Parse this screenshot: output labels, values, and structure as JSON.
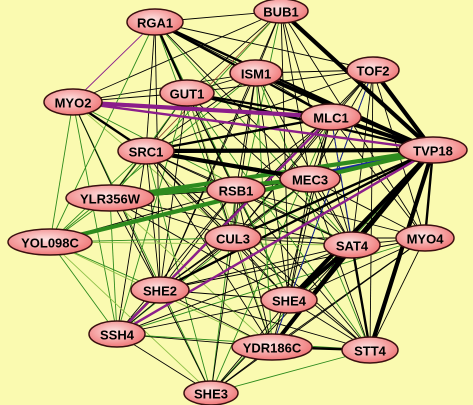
{
  "graph": {
    "background": "#fafab0",
    "node_fill_center": "#fde3e3",
    "node_fill_edge": "#f07878",
    "edge_colors": {
      "black": "#000000",
      "green": "#2e8b1e",
      "lightgreen": "#8fc04a",
      "purple": "#8b1e8b",
      "blue": "#1a2aa0",
      "brown": "#8b4a2a"
    },
    "nodes": [
      {
        "id": "RGA1",
        "label": "RGA1"
      },
      {
        "id": "BUB1",
        "label": "BUB1"
      },
      {
        "id": "ISM1",
        "label": "ISM1"
      },
      {
        "id": "TOF2",
        "label": "TOF2"
      },
      {
        "id": "GUT1",
        "label": "GUT1"
      },
      {
        "id": "MYO2",
        "label": "MYO2"
      },
      {
        "id": "MLC1",
        "label": "MLC1"
      },
      {
        "id": "TVP18",
        "label": "TVP18"
      },
      {
        "id": "SRC1",
        "label": "SRC1"
      },
      {
        "id": "MEC3",
        "label": "MEC3"
      },
      {
        "id": "RSB1",
        "label": "RSB1"
      },
      {
        "id": "YLR356W",
        "label": "YLR356W"
      },
      {
        "id": "YOL098C",
        "label": "YOL098C"
      },
      {
        "id": "CUL3",
        "label": "CUL3"
      },
      {
        "id": "SAT4",
        "label": "SAT4"
      },
      {
        "id": "MYO4",
        "label": "MYO4"
      },
      {
        "id": "SHE2",
        "label": "SHE2"
      },
      {
        "id": "SHE4",
        "label": "SHE4"
      },
      {
        "id": "SSH4",
        "label": "SSH4"
      },
      {
        "id": "YDR186C",
        "label": "YDR186C"
      },
      {
        "id": "STT4",
        "label": "STT4"
      },
      {
        "id": "SHE3",
        "label": "SHE3"
      }
    ],
    "edges": [
      [
        "TVP18",
        "MLC1",
        "black",
        "heavy"
      ],
      [
        "TVP18",
        "ISM1",
        "black",
        "heavy"
      ],
      [
        "TVP18",
        "BUB1",
        "black",
        "heavy"
      ],
      [
        "TVP18",
        "TOF2",
        "black",
        "heavy"
      ],
      [
        "TVP18",
        "SHE4",
        "black",
        "heavy"
      ],
      [
        "TVP18",
        "STT4",
        "black",
        "heavy"
      ],
      [
        "TVP18",
        "SAT4",
        "black",
        "heavy"
      ],
      [
        "TVP18",
        "SRC1",
        "black",
        "heavy"
      ],
      [
        "TVP18",
        "SHE2",
        "black",
        "medium"
      ],
      [
        "TVP18",
        "YDR186C",
        "black",
        "medium"
      ],
      [
        "TVP18",
        "RGA1",
        "black",
        "medium"
      ],
      [
        "TVP18",
        "GUT1",
        "black",
        "medium"
      ],
      [
        "TVP18",
        "MYO4",
        "black",
        "medium"
      ],
      [
        "TVP18",
        "CUL3",
        "black",
        "medium"
      ],
      [
        "TVP18",
        "MEC3",
        "green",
        "heavy"
      ],
      [
        "TVP18",
        "YLR356W",
        "green",
        "heavy"
      ],
      [
        "TVP18",
        "YOL098C",
        "green",
        "medium"
      ],
      [
        "TVP18",
        "SSH4",
        "purple",
        "medium"
      ],
      [
        "TVP18",
        "MYO2",
        "purple",
        "medium"
      ],
      [
        "TVP18",
        "RSB1",
        "blue",
        "medium"
      ],
      [
        "TVP18",
        "SHE3",
        "green",
        "thin"
      ],
      [
        "TVP18",
        "RSB1",
        "blue",
        "thin"
      ],
      [
        "MYO2",
        "MLC1",
        "purple",
        "heavy"
      ],
      [
        "MYO2",
        "RGA1",
        "purple",
        "thin"
      ],
      [
        "MYO2",
        "BUB1",
        "black",
        "thin"
      ],
      [
        "MYO2",
        "ISM1",
        "black",
        "thin"
      ],
      [
        "MYO2",
        "GUT1",
        "black",
        "thin"
      ],
      [
        "MYO2",
        "SRC1",
        "black",
        "medium"
      ],
      [
        "MYO2",
        "SHE3",
        "green",
        "thin"
      ],
      [
        "MYO2",
        "SSH4",
        "green",
        "thin"
      ],
      [
        "MYO2",
        "YOL098C",
        "green",
        "thin"
      ],
      [
        "MYO2",
        "SAT4",
        "green",
        "thin"
      ],
      [
        "MYO2",
        "SHE2",
        "black",
        "thin"
      ],
      [
        "MYO2",
        "CUL3",
        "lightgreen",
        "thin"
      ],
      [
        "RGA1",
        "BUB1",
        "black",
        "thin"
      ],
      [
        "RGA1",
        "ISM1",
        "black",
        "thin"
      ],
      [
        "RGA1",
        "GUT1",
        "black",
        "medium"
      ],
      [
        "RGA1",
        "MLC1",
        "black",
        "medium"
      ],
      [
        "RGA1",
        "TOF2",
        "black",
        "thin"
      ],
      [
        "RGA1",
        "SRC1",
        "black",
        "thin"
      ],
      [
        "RGA1",
        "SHE2",
        "black",
        "thin"
      ],
      [
        "RGA1",
        "YOL098C",
        "green",
        "thin"
      ],
      [
        "RGA1",
        "MEC3",
        "black",
        "thin"
      ],
      [
        "RGA1",
        "CUL3",
        "green",
        "thin"
      ],
      [
        "RGA1",
        "SAT4",
        "green",
        "thin"
      ],
      [
        "BUB1",
        "ISM1",
        "black",
        "thin"
      ],
      [
        "BUB1",
        "GUT1",
        "black",
        "thin"
      ],
      [
        "BUB1",
        "SRC1",
        "brown",
        "thin"
      ],
      [
        "BUB1",
        "MEC3",
        "black",
        "thin"
      ],
      [
        "BUB1",
        "SHE2",
        "black",
        "thin"
      ],
      [
        "BUB1",
        "YLR356W",
        "green",
        "thin"
      ],
      [
        "BUB1",
        "SAT4",
        "black",
        "thin"
      ],
      [
        "BUB1",
        "MYO4",
        "black",
        "thin"
      ],
      [
        "ISM1",
        "TOF2",
        "black",
        "thin"
      ],
      [
        "ISM1",
        "GUT1",
        "black",
        "thin"
      ],
      [
        "ISM1",
        "MLC1",
        "black",
        "thin"
      ],
      [
        "ISM1",
        "SRC1",
        "black",
        "thin"
      ],
      [
        "ISM1",
        "RSB1",
        "black",
        "thin"
      ],
      [
        "ISM1",
        "SHE2",
        "black",
        "thin"
      ],
      [
        "ISM1",
        "YOL098C",
        "green",
        "thin"
      ],
      [
        "ISM1",
        "CUL3",
        "black",
        "thin"
      ],
      [
        "ISM1",
        "SAT4",
        "black",
        "thin"
      ],
      [
        "ISM1",
        "SHE4",
        "black",
        "thin"
      ],
      [
        "TOF2",
        "GUT1",
        "black",
        "thin"
      ],
      [
        "TOF2",
        "MLC1",
        "black",
        "thin"
      ],
      [
        "TOF2",
        "MEC3",
        "black",
        "thin"
      ],
      [
        "TOF2",
        "SRC1",
        "black",
        "thin"
      ],
      [
        "TOF2",
        "CUL3",
        "black",
        "thin"
      ],
      [
        "TOF2",
        "SHE2",
        "black",
        "thin"
      ],
      [
        "TOF2",
        "SAT4",
        "black",
        "thin"
      ],
      [
        "TOF2",
        "MYO4",
        "black",
        "thin"
      ],
      [
        "TOF2",
        "SHE4",
        "black",
        "thin"
      ],
      [
        "TOF2",
        "STT4",
        "black",
        "thin"
      ],
      [
        "GUT1",
        "MLC1",
        "black",
        "medium"
      ],
      [
        "GUT1",
        "SRC1",
        "black",
        "thin"
      ],
      [
        "GUT1",
        "RSB1",
        "black",
        "thin"
      ],
      [
        "GUT1",
        "YLR356W",
        "green",
        "thin"
      ],
      [
        "GUT1",
        "CUL3",
        "black",
        "thin"
      ],
      [
        "GUT1",
        "SHE2",
        "black",
        "thin"
      ],
      [
        "GUT1",
        "SSH4",
        "green",
        "thin"
      ],
      [
        "GUT1",
        "SAT4",
        "black",
        "thin"
      ],
      [
        "GUT1",
        "SHE4",
        "black",
        "thin"
      ],
      [
        "GUT1",
        "YDR186C",
        "lightgreen",
        "thin"
      ],
      [
        "MLC1",
        "SRC1",
        "black",
        "medium"
      ],
      [
        "MLC1",
        "MEC3",
        "black",
        "thin"
      ],
      [
        "MLC1",
        "RSB1",
        "black",
        "thin"
      ],
      [
        "MLC1",
        "CUL3",
        "black",
        "thin"
      ],
      [
        "MLC1",
        "SHE2",
        "black",
        "thin"
      ],
      [
        "MLC1",
        "SAT4",
        "black",
        "thin"
      ],
      [
        "MLC1",
        "SHE4",
        "black",
        "thin"
      ],
      [
        "MLC1",
        "YDR186C",
        "black",
        "thin"
      ],
      [
        "MLC1",
        "STT4",
        "blue",
        "thin"
      ],
      [
        "MLC1",
        "MYO4",
        "black",
        "thin"
      ],
      [
        "SRC1",
        "MEC3",
        "black",
        "heavy"
      ],
      [
        "SRC1",
        "RSB1",
        "black",
        "thin"
      ],
      [
        "SRC1",
        "YLR356W",
        "black",
        "thin"
      ],
      [
        "SRC1",
        "YOL098C",
        "green",
        "thin"
      ],
      [
        "SRC1",
        "CUL3",
        "black",
        "thin"
      ],
      [
        "SRC1",
        "SHE2",
        "black",
        "thin"
      ],
      [
        "SRC1",
        "SSH4",
        "black",
        "thin"
      ],
      [
        "SRC1",
        "SHE3",
        "green",
        "thin"
      ],
      [
        "SRC1",
        "SHE4",
        "black",
        "thin"
      ],
      [
        "SRC1",
        "YDR186C",
        "black",
        "thin"
      ],
      [
        "SRC1",
        "STT4",
        "black",
        "thin"
      ],
      [
        "SRC1",
        "SAT4",
        "black",
        "thin"
      ],
      [
        "MEC3",
        "RSB1",
        "black",
        "thin"
      ],
      [
        "MEC3",
        "YLR356W",
        "green",
        "heavy"
      ],
      [
        "MEC3",
        "YOL098C",
        "green",
        "heavy"
      ],
      [
        "MEC3",
        "CUL3",
        "black",
        "thin"
      ],
      [
        "MEC3",
        "SHE2",
        "black",
        "thin"
      ],
      [
        "MEC3",
        "SAT4",
        "black",
        "thin"
      ],
      [
        "MEC3",
        "SHE4",
        "black",
        "thin"
      ],
      [
        "MEC3",
        "STT4",
        "black",
        "thin"
      ],
      [
        "MEC3",
        "MYO4",
        "black",
        "thin"
      ],
      [
        "MEC3",
        "SSH4",
        "green",
        "thin"
      ],
      [
        "RSB1",
        "YLR356W",
        "black",
        "thin"
      ],
      [
        "RSB1",
        "YOL098C",
        "black",
        "thin"
      ],
      [
        "RSB1",
        "CUL3",
        "black",
        "thin"
      ],
      [
        "RSB1",
        "SHE2",
        "black",
        "thin"
      ],
      [
        "RSB1",
        "SSH4",
        "black",
        "thin"
      ],
      [
        "RSB1",
        "SAT4",
        "black",
        "thin"
      ],
      [
        "RSB1",
        "SHE4",
        "black",
        "thin"
      ],
      [
        "RSB1",
        "SHE3",
        "green",
        "thin"
      ],
      [
        "RSB1",
        "YDR186C",
        "black",
        "thin"
      ],
      [
        "RSB1",
        "STT4",
        "black",
        "thin"
      ],
      [
        "RSB1",
        "MYO4",
        "black",
        "thin"
      ],
      [
        "YLR356W",
        "YOL098C",
        "green",
        "thin"
      ],
      [
        "YLR356W",
        "CUL3",
        "black",
        "thin"
      ],
      [
        "YLR356W",
        "SHE2",
        "black",
        "thin"
      ],
      [
        "YLR356W",
        "SSH4",
        "green",
        "thin"
      ],
      [
        "YLR356W",
        "SAT4",
        "black",
        "thin"
      ],
      [
        "YLR356W",
        "SHE4",
        "black",
        "thin"
      ],
      [
        "YLR356W",
        "YDR186C",
        "lightgreen",
        "thin"
      ],
      [
        "YOL098C",
        "CUL3",
        "green",
        "thin"
      ],
      [
        "YOL098C",
        "SHE2",
        "green",
        "thin"
      ],
      [
        "YOL098C",
        "SSH4",
        "green",
        "thin"
      ],
      [
        "YOL098C",
        "SHE3",
        "lightgreen",
        "thin"
      ],
      [
        "YOL098C",
        "SAT4",
        "lightgreen",
        "thin"
      ],
      [
        "YOL098C",
        "YDR186C",
        "lightgreen",
        "thin"
      ],
      [
        "CUL3",
        "SHE2",
        "black",
        "thin"
      ],
      [
        "CUL3",
        "SSH4",
        "black",
        "thin"
      ],
      [
        "CUL3",
        "SAT4",
        "black",
        "thin"
      ],
      [
        "CUL3",
        "SHE4",
        "black",
        "thin"
      ],
      [
        "CUL3",
        "SHE3",
        "black",
        "thin"
      ],
      [
        "CUL3",
        "YDR186C",
        "black",
        "thin"
      ],
      [
        "CUL3",
        "STT4",
        "black",
        "thin"
      ],
      [
        "CUL3",
        "MYO4",
        "black",
        "thin"
      ],
      [
        "SAT4",
        "SHE2",
        "black",
        "thin"
      ],
      [
        "SAT4",
        "SSH4",
        "black",
        "thin"
      ],
      [
        "SAT4",
        "SHE4",
        "black",
        "heavy"
      ],
      [
        "SAT4",
        "SHE3",
        "black",
        "thin"
      ],
      [
        "SAT4",
        "YDR186C",
        "black",
        "heavy"
      ],
      [
        "SAT4",
        "STT4",
        "black",
        "medium"
      ],
      [
        "SAT4",
        "MYO4",
        "black",
        "thin"
      ],
      [
        "MYO4",
        "SHE2",
        "black",
        "thin"
      ],
      [
        "MYO4",
        "SHE4",
        "black",
        "thin"
      ],
      [
        "MYO4",
        "YDR186C",
        "black",
        "thin"
      ],
      [
        "MYO4",
        "STT4",
        "black",
        "thin"
      ],
      [
        "MYO4",
        "SSH4",
        "green",
        "thin"
      ],
      [
        "SHE2",
        "SSH4",
        "black",
        "medium"
      ],
      [
        "SHE2",
        "SHE4",
        "black",
        "thin"
      ],
      [
        "SHE2",
        "SHE3",
        "black",
        "thin"
      ],
      [
        "SHE2",
        "YDR186C",
        "black",
        "thin"
      ],
      [
        "SHE2",
        "STT4",
        "black",
        "thin"
      ],
      [
        "SHE4",
        "SSH4",
        "black",
        "thin"
      ],
      [
        "SHE4",
        "YDR186C",
        "black",
        "thin"
      ],
      [
        "SHE4",
        "SHE3",
        "black",
        "thin"
      ],
      [
        "SHE4",
        "STT4",
        "black",
        "thin"
      ],
      [
        "SSH4",
        "YDR186C",
        "black",
        "thin"
      ],
      [
        "SSH4",
        "SHE3",
        "black",
        "thin"
      ],
      [
        "SSH4",
        "STT4",
        "green",
        "thin"
      ],
      [
        "YDR186C",
        "SHE3",
        "black",
        "thin"
      ],
      [
        "YDR186C",
        "STT4",
        "black",
        "medium"
      ],
      [
        "STT4",
        "SHE3",
        "green",
        "thin"
      ],
      [
        "SHE3",
        "MLC1",
        "green",
        "thin"
      ],
      [
        "SHE3",
        "MYO4",
        "black",
        "thin"
      ],
      [
        "SSH4",
        "MLC1",
        "purple",
        "medium"
      ],
      [
        "YDR186C",
        "ISM1",
        "green",
        "thin"
      ],
      [
        "SHE4",
        "RGA1",
        "green",
        "thin"
      ],
      [
        "STT4",
        "GUT1",
        "green",
        "thin"
      ],
      [
        "STT4",
        "ISM1",
        "green",
        "thin"
      ],
      [
        "YDR186C",
        "TOF2",
        "blue",
        "thin"
      ],
      [
        "SHE4",
        "BUB1",
        "black",
        "thin"
      ],
      [
        "CUL3",
        "BUB1",
        "green",
        "thin"
      ]
    ]
  }
}
